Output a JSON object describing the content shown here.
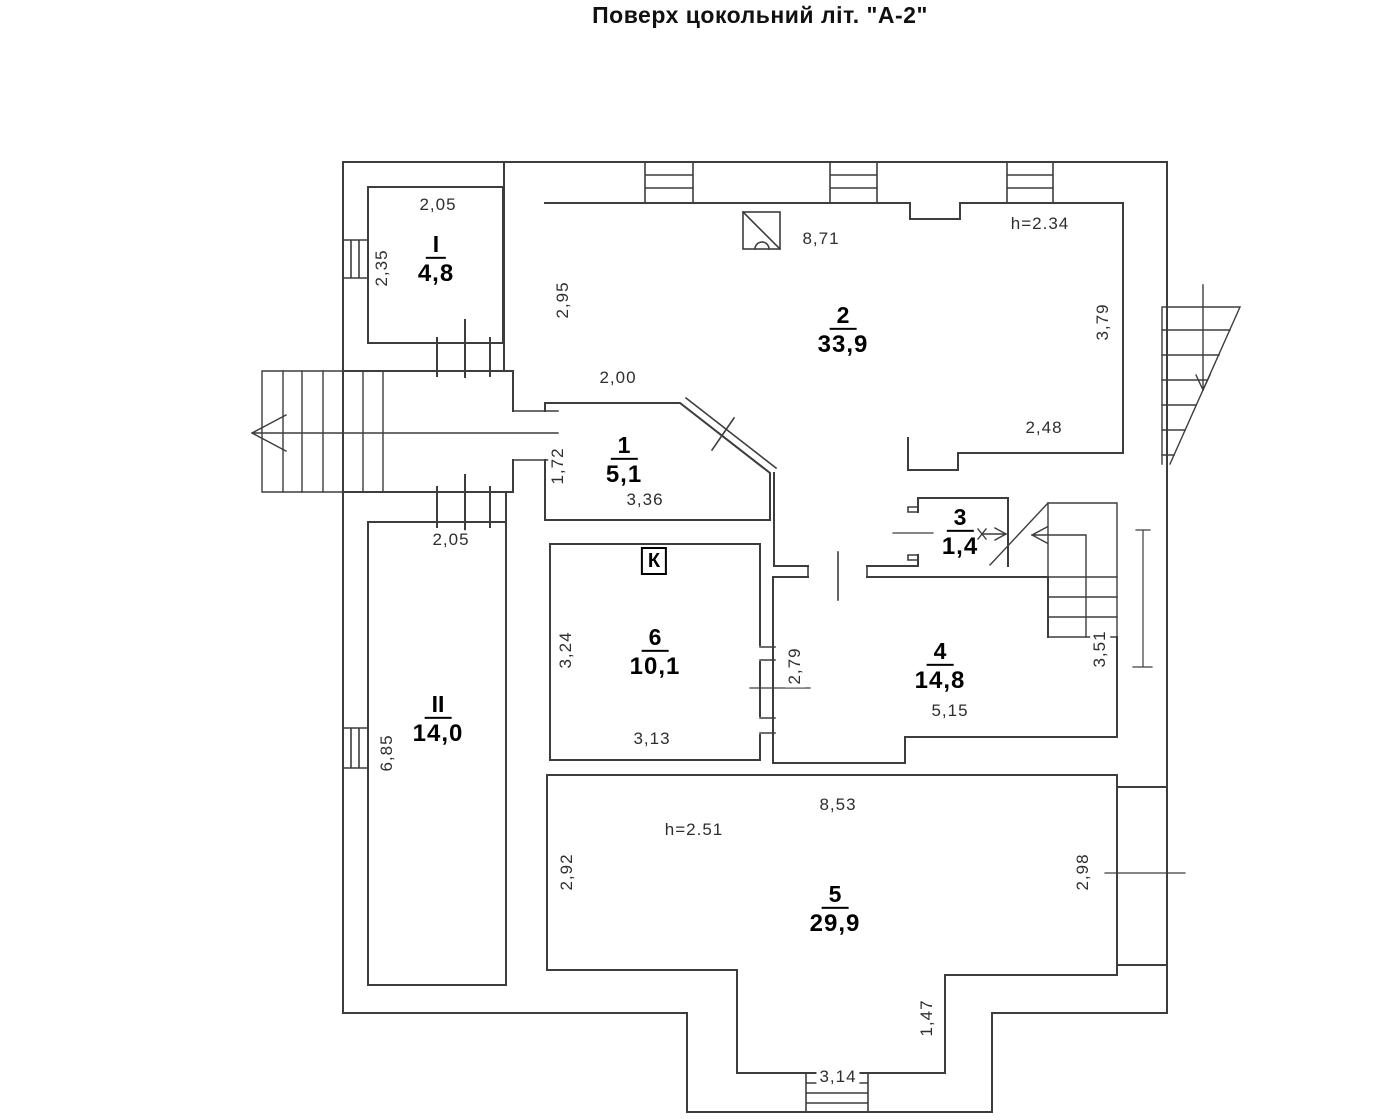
{
  "title": "Поверх цокольний літ. \"А-2\"",
  "rooms": {
    "n1": {
      "num": "1",
      "area": "5,1"
    },
    "n2": {
      "num": "2",
      "area": "33,9"
    },
    "n3": {
      "num": "3",
      "area": "1,4"
    },
    "n4": {
      "num": "4",
      "area": "14,8"
    },
    "n5": {
      "num": "5",
      "area": "29,9"
    },
    "n6": {
      "num": "6",
      "area": "10,1"
    },
    "nI": {
      "num": "I",
      "area": "4,8"
    },
    "nII": {
      "num": "II",
      "area": "14,0"
    }
  },
  "kitchen_tag": "К",
  "dims": {
    "w205a": "2,05",
    "w235": "2,35",
    "w295": "2,95",
    "w871": "8,71",
    "h234": "h=2.34",
    "w379": "3,79",
    "w200": "2,00",
    "w172": "1,72",
    "w336": "3,36",
    "w248": "2,48",
    "w205b": "2,05",
    "w324": "3,24",
    "w279": "2,79",
    "w515": "5,15",
    "w351": "3,51",
    "w685": "6,85",
    "w313": "3,13",
    "w853": "8,53",
    "h251": "h=2.51",
    "w292": "2,92",
    "w298": "2,98",
    "w147": "1,47",
    "w314": "3,14"
  }
}
